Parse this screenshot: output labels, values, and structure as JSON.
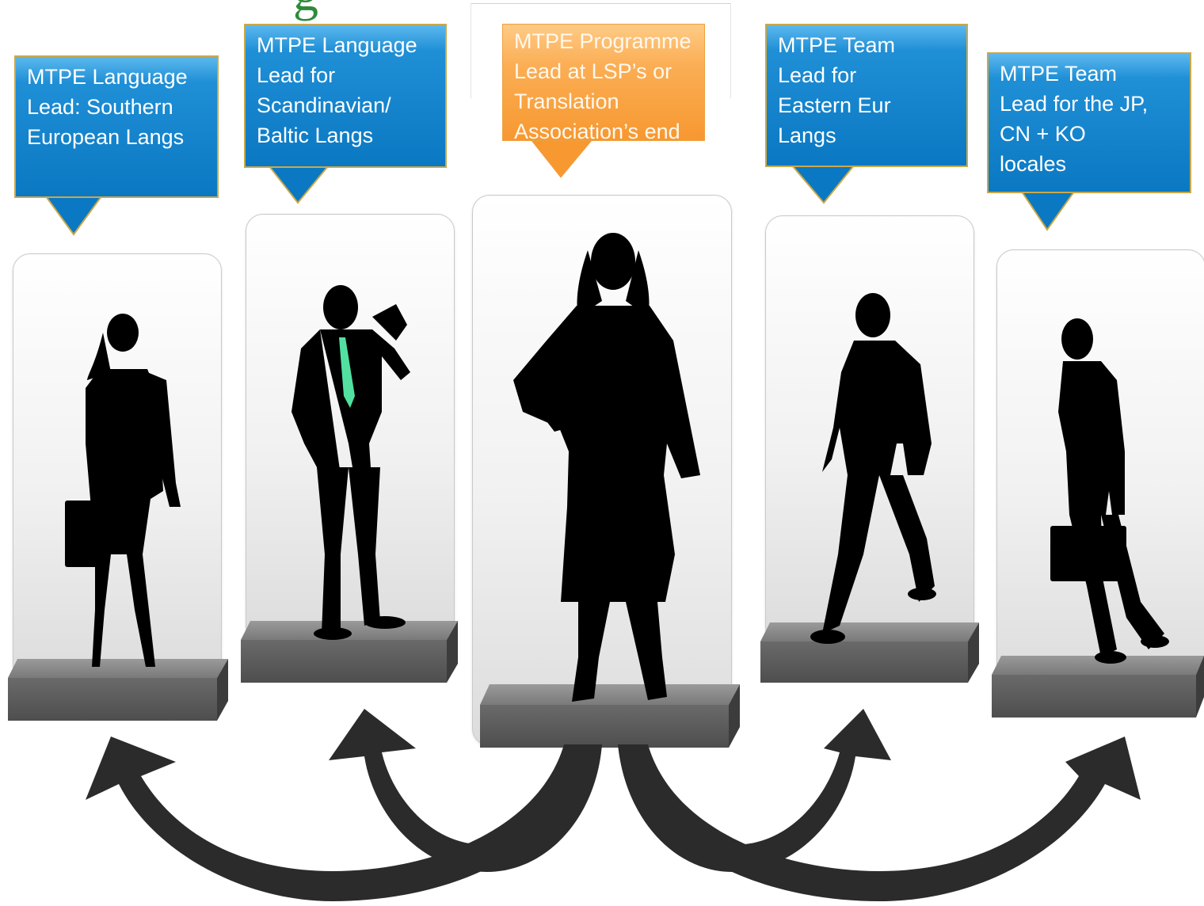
{
  "top_mark": "g",
  "callouts": [
    {
      "lines": [
        "MTPE Language",
        "Lead: Southern",
        "European Langs"
      ]
    },
    {
      "lines": [
        "MTPE Language",
        "Lead for",
        "Scandinavian/",
        "Baltic Langs"
      ]
    },
    {
      "lines": [
        "MTPE Programme",
        "Lead at LSP’s or",
        "Translation",
        "Association’s end"
      ]
    },
    {
      "lines": [
        "MTPE Team",
        "Lead for",
        "Eastern Eur",
        "Langs"
      ]
    },
    {
      "lines": [
        "MTPE Team",
        "Lead for the JP,",
        "CN + KO",
        "locales"
      ]
    }
  ],
  "figures": [
    "businesswoman-with-briefcase",
    "businessman-on-phone",
    "businesswoman-hands-on-hips",
    "businessman-walking",
    "businessman-walking-with-briefcase"
  ],
  "colors": {
    "callout_blue": "#0a78c2",
    "callout_orange": "#f79830",
    "callout_border": "#c9a84a",
    "pedestal": "#5f5f5f",
    "arrow": "#2b2b2b"
  }
}
